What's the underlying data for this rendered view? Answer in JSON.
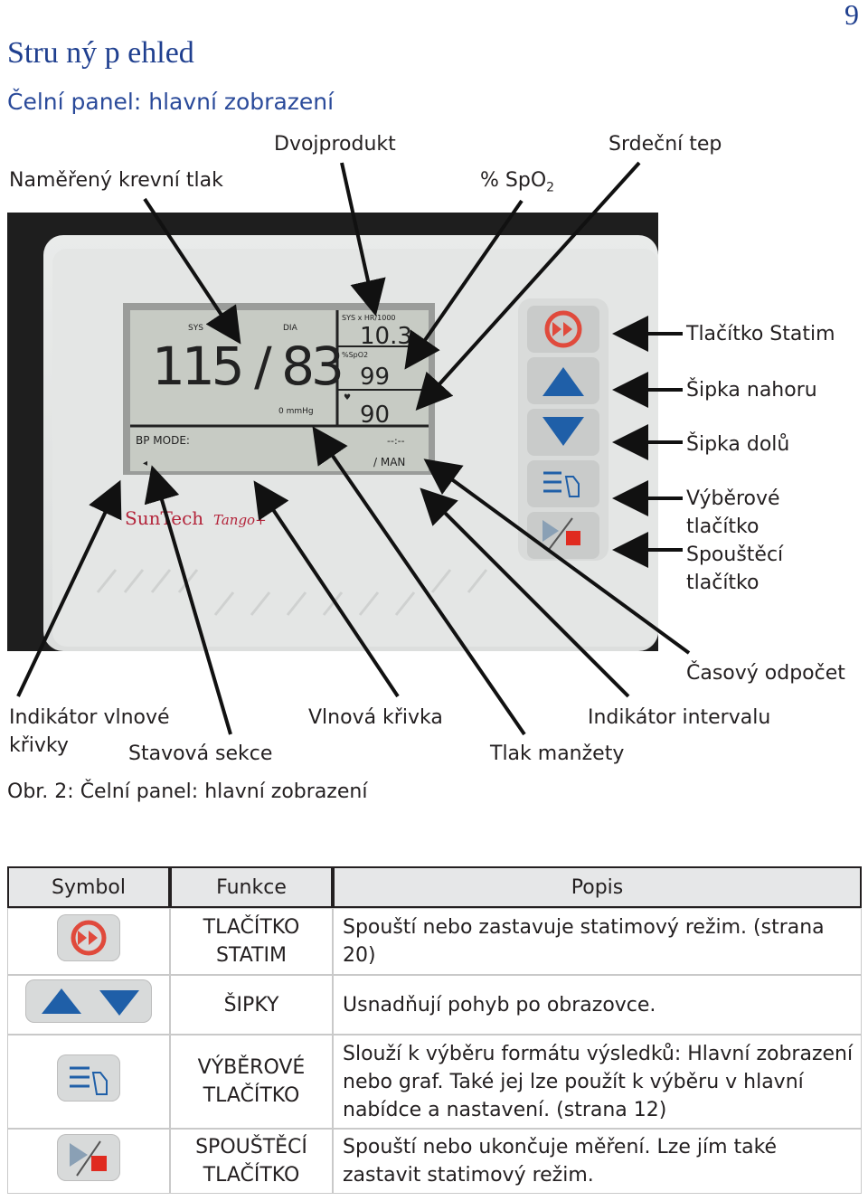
{
  "page_number": "9",
  "heading": "Stru ný p ehled",
  "subheading": "Čelní panel: hlavní zobrazení",
  "callouts": {
    "measured_bp": "Naměřený krevní tlak",
    "dual_product": "Dvojprodukt",
    "spo2": "% SpO",
    "spo2_sub": "2",
    "heart_rate": "Srdeční tep",
    "statim_button": "Tlačítko Statim",
    "arrow_up": "Šipka nahoru",
    "arrow_down": "Šipka dolů",
    "select_button_1": "Výběrové",
    "select_button_2": "tlačítko",
    "start_button_1": "Spouštěcí",
    "start_button_2": "tlačítko",
    "countdown": "Časový odpočet",
    "wave_indicator_1": "Indikátor vlnové",
    "wave_indicator_2": "křivky",
    "status_section": "Stavová sekce",
    "waveform": "Vlnová křivka",
    "cuff_pressure": "Tlak manžety",
    "interval_indicator": "Indikátor intervalu"
  },
  "caption": "Obr. 2: Čelní panel: hlavní zobrazení",
  "device": {
    "sys_label": "SYS",
    "dia_label": "DIA",
    "reading": "115 / 83",
    "dual_label": "SYS x HR/1000",
    "dual_value": "10.3",
    "spo2_label": "%SpO2",
    "spo2_value": "99",
    "hr_value": "90",
    "cuff_value": "0 mmHg",
    "mode_label": "BP MODE:",
    "timer": "--:--",
    "mode_value": "/ MAN",
    "brand": "SunTech",
    "model": "Tango+"
  },
  "table": {
    "headers": [
      "Symbol",
      "Funkce",
      "Popis"
    ],
    "rows": [
      {
        "func": [
          "TLAČÍTKO",
          "STATIM"
        ],
        "desc": "Spouští nebo zastavuje statimový režim. (strana 20)"
      },
      {
        "func": [
          "ŠIPKY"
        ],
        "desc": "Usnadňují pohyb po obrazovce."
      },
      {
        "func": [
          "VÝBĚROVÉ",
          "TLAČÍTKO"
        ],
        "desc": "Slouží k výběru formátu výsledků: Hlavní zobrazení nebo graf. Také jej lze použít k výběru v hlavní nabídce a nastavení. (strana 12)"
      },
      {
        "func": [
          "SPOUŠTĚCÍ",
          "TLAČÍTKO"
        ],
        "desc": "Spouští nebo ukončuje měření. Lze jím také zastavit statimový režim."
      }
    ]
  },
  "colors": {
    "heading": "#1f3f8f",
    "statim_red": "#e04a3c",
    "arrow_blue": "#1f5fa8",
    "stop_red": "#e02b20"
  }
}
